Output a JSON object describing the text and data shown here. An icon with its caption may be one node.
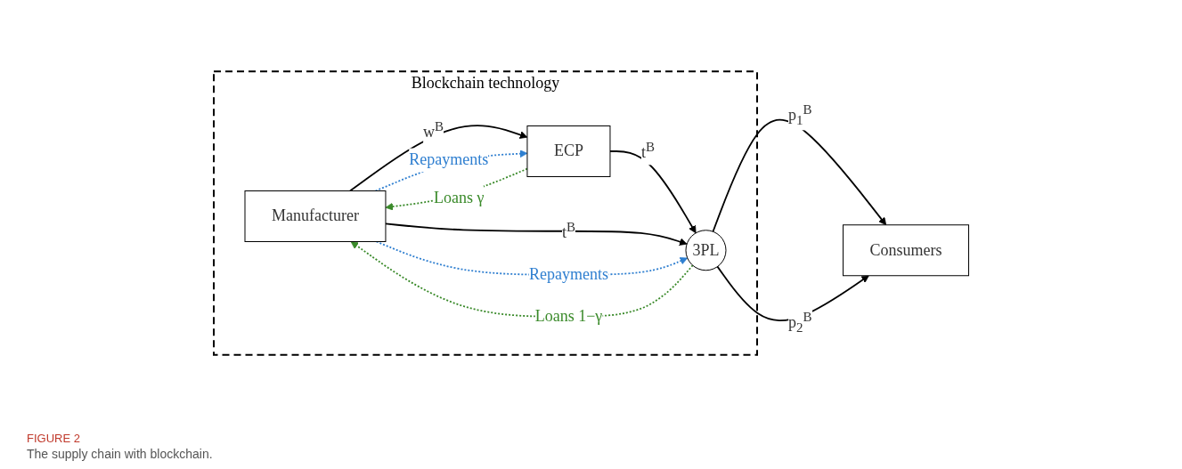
{
  "diagram": {
    "caption": "The supply chain with blockchain.",
    "nodes": [
      {
        "text": [
          "Blockchain technology"
        ]
      },
      {
        "text": [
          "Manufacturer"
        ],
        "in": 0
      },
      {
        "text": [
          "ECP"
        ],
        "in": 0
      },
      {
        "text": [
          "3PL"
        ],
        "in": 0
      },
      {
        "text": [
          "Consumers"
        ]
      }
    ],
    "edges": [
      {
        "from": 1,
        "to": 2,
        "arrow": "to",
        "label": "w$^{B}$"
      },
      {
        "from": 2,
        "to": 3,
        "arrow": "to",
        "label": "t$^{B}$"
      },
      {
        "from": 1,
        "to": 3,
        "arrow": "to",
        "label": "t$^{B}$"
      },
      {
        "from": 3,
        "to": 4,
        "arrow": "to",
        "label": "p$_{1}$$^{B}$"
      },
      {
        "from": 3,
        "to": 4,
        "arrow": "to",
        "label": "p$_{2}$$^{B}$"
      },
      {
        "from": 2,
        "to": 1,
        "arrow": "to",
        "label": "Loans  γ",
        "style": "dashed",
        "color": "#3a8a2a"
      },
      {
        "from": 3,
        "to": 1,
        "arrow": "to",
        "label": "Loans  1−γ",
        "style": "dashed",
        "color": "#3a8a2a"
      },
      {
        "from": 1,
        "to": 2,
        "arrow": "to",
        "label": "Repayments",
        "style": "dashed",
        "color": "#2f7fd0"
      },
      {
        "from": 1,
        "to": 3,
        "arrow": "to",
        "label": "Repayments",
        "style": "dashed",
        "color": "#2f7fd0"
      }
    ],
    "labels": [
      "FIGURE 2"
    ]
  }
}
